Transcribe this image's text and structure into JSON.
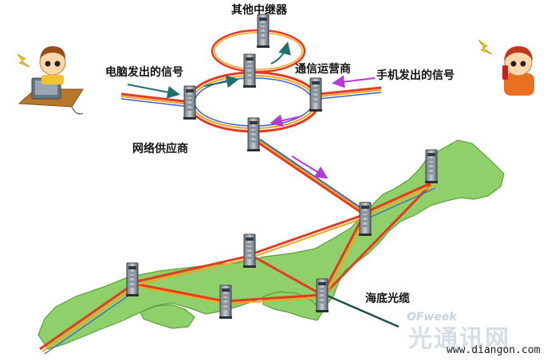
{
  "labels": {
    "other_relay": "其他中继器",
    "pc_signal": "电脑发出的信号",
    "telecom_operator": "通信运营商",
    "phone_signal": "手机发出的信号",
    "network_provider": "网络供应商",
    "submarine_cable": "海底光缆"
  },
  "watermark": {
    "brand": "OFweek",
    "brand_cn": "光通讯网",
    "site": "www.diangon.com"
  },
  "colors": {
    "land": "#8fd06a",
    "land_outline": "#5aa03c",
    "cable_red": "#e63a1e",
    "cable_orange": "#f6a21c",
    "cable_blue": "#3a5fcd",
    "arrow_teal": "#1f6f6a",
    "arrow_purple": "#b23ad6"
  }
}
